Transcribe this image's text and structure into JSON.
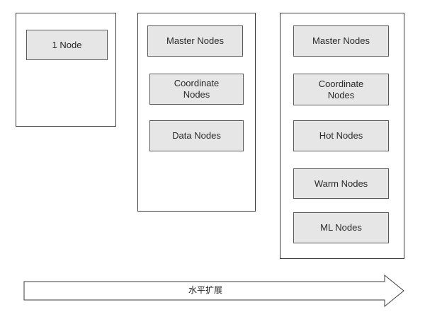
{
  "clusters": [
    {
      "nodes": [
        "1 Node"
      ]
    },
    {
      "nodes": [
        "Master Nodes",
        "Coordinate\nNodes",
        "Data Nodes"
      ]
    },
    {
      "nodes": [
        "Master Nodes",
        "Coordinate\nNodes",
        "Hot Nodes",
        "Warm Nodes",
        "ML Nodes"
      ]
    }
  ],
  "arrow": {
    "label": "水平扩展"
  },
  "colors": {
    "node_fill": "#e6e6e6",
    "border": "#3c3c3c"
  }
}
